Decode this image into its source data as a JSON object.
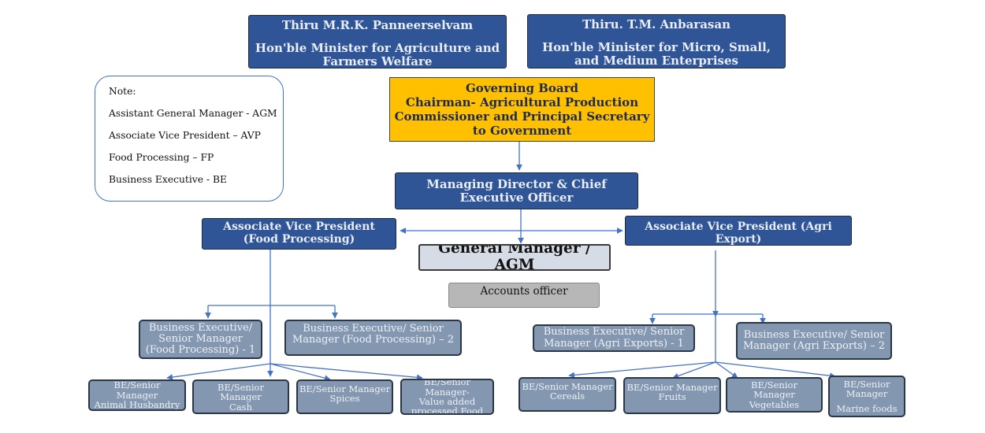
{
  "ministers": [
    {
      "name": "Thiru M.R.K. Panneerselvam",
      "role": "Hon'ble Minister for Agriculture and Farmers Welfare"
    },
    {
      "name": "Thiru. T.M. Anbarasan",
      "role": "Hon'ble Minister for Micro, Small, and Medium Enterprises"
    }
  ],
  "note": {
    "title": "Note:",
    "items": [
      "Assistant General Manager - AGM",
      "Associate Vice President – AVP",
      "Food Processing – FP",
      "Business Executive - BE"
    ]
  },
  "governing_board": {
    "lines": [
      "Governing Board",
      "Chairman- Agricultural Production",
      "Commissioner and Principal Secretary",
      "to Government"
    ]
  },
  "managing_director": "Managing Director & Chief Executive Officer",
  "avp_food": "Associate Vice President (Food Processing)",
  "avp_agri": "Associate Vice President (Agri Export)",
  "general_manager": "General Manager / AGM",
  "accounts_officer": "Accounts officer",
  "food_executives": [
    "Business Executive/ Senior Manager (Food Processing) - 1",
    "Business Executive/ Senior Manager (Food Processing) – 2"
  ],
  "agri_executives": [
    "Business Executive/ Senior Manager (Agri Exports) - 1",
    "Business Executive/ Senior Manager (Agri Exports) – 2"
  ],
  "food_units": [
    {
      "title": "BE/Senior Manager",
      "subject": "Animal Husbandry"
    },
    {
      "title": "BE/Senior Manager",
      "subject": "Cash"
    },
    {
      "title": "BE/Senior Manager",
      "subject": "Spices"
    },
    {
      "title": "BE/Senior Manager-",
      "subject": "Value added processed Food"
    }
  ],
  "agri_units": [
    {
      "title": "BE/Senior Manager",
      "subject": "Cereals"
    },
    {
      "title": "BE/Senior Manager",
      "subject": "Fruits"
    },
    {
      "title": "BE/Senior Manager",
      "subject": "Vegetables"
    },
    {
      "title": "BE/Senior Manager",
      "subject": "Marine foods"
    }
  ],
  "colors": {
    "dark_blue": "#2f5597",
    "mid_blue": "#8497b0",
    "gold": "#ffc000",
    "gm_fill": "#d6dce5",
    "accounts_fill": "#b7b7b7",
    "connector": "#4472c4"
  }
}
